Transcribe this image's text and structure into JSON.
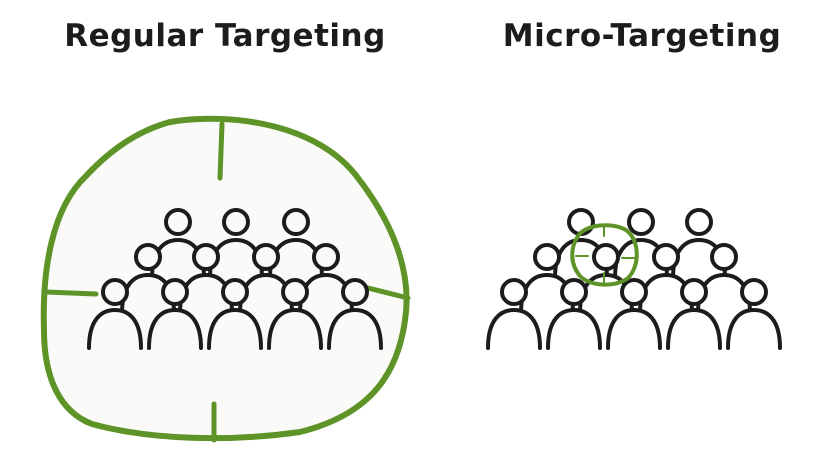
{
  "titles": {
    "regular": "Regular Targeting",
    "micro": "Micro-Targeting"
  },
  "colors": {
    "ink": "#1c1c1c",
    "target": "#5e9427",
    "target_fill": "#fafaf8",
    "background": "#ffffff"
  },
  "crowds": {
    "regular": {
      "rows": [
        3,
        4,
        5
      ],
      "description_icon": "person-icon"
    },
    "micro": {
      "rows": [
        3,
        4,
        5
      ],
      "description_icon": "person-icon"
    }
  },
  "icons": {
    "large_target": "crosshair-circle-icon",
    "small_target": "crosshair-circle-icon",
    "person": "person-icon"
  }
}
